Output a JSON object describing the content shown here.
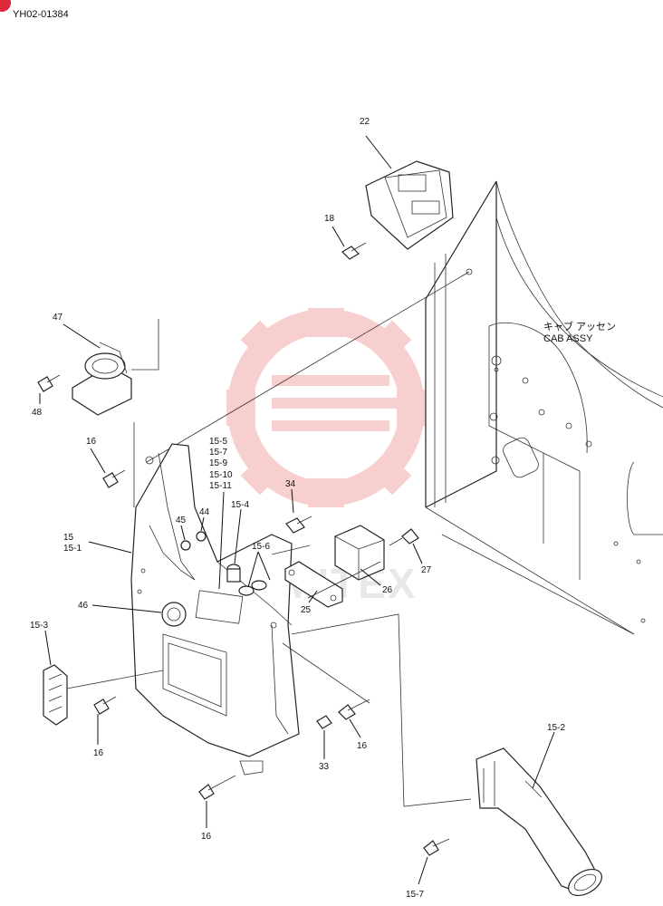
{
  "header": {
    "doc_id": "YH02-01384"
  },
  "cab_label": {
    "jp": "キャブ アッセン",
    "en": "CAB ASSY"
  },
  "callouts": {
    "c22": "22",
    "c18": "18",
    "c47": "47",
    "c48": "48",
    "c16_top": "16",
    "c15": "15",
    "c15_1": "15-1",
    "c15_5": "15-5",
    "c15_7a": "15-7",
    "c15_9": "15-9",
    "c15_10": "15-10",
    "c15_11": "15-11",
    "c34": "34",
    "c44": "44",
    "c45": "45",
    "c15_4": "15-4",
    "c15_6": "15-6",
    "c46": "46",
    "c15_3": "15-3",
    "c25": "25",
    "c26": "26",
    "c27": "27",
    "c16_left": "16",
    "c16_mid": "16",
    "c16_bottom": "16",
    "c33": "33",
    "c15_2": "15-2",
    "c15_7b": "15-7"
  },
  "watermark": {
    "text": "MITEX",
    "color": "#f4a8a8"
  }
}
